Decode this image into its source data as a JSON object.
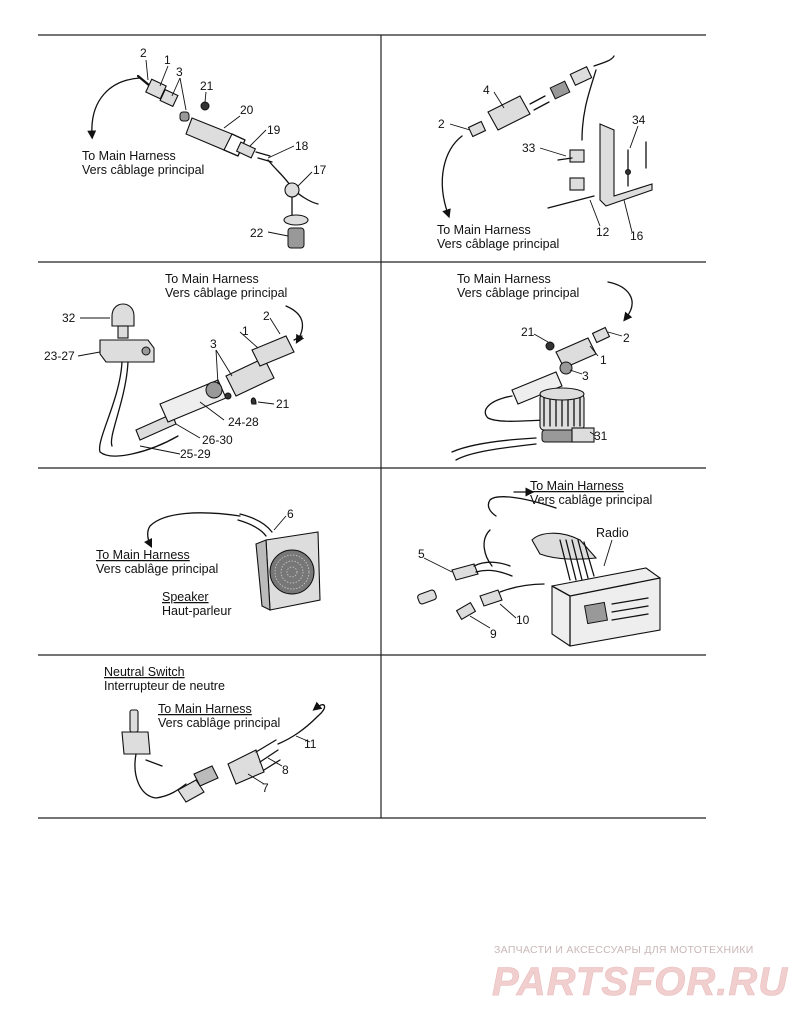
{
  "panels": {
    "p1": {
      "callouts": [
        "2",
        "1",
        "3",
        "21",
        "20",
        "19",
        "18",
        "17",
        "22"
      ],
      "caption_en": "To Main Harness",
      "caption_fr": "Vers câblage principal"
    },
    "p2": {
      "callouts": [
        "4",
        "2",
        "33",
        "34",
        "12",
        "16"
      ],
      "caption_en": "To Main Harness",
      "caption_fr": "Vers câblage principal"
    },
    "p3": {
      "callouts": [
        "32",
        "23-27",
        "1",
        "2",
        "3",
        "21",
        "24-28",
        "26-30",
        "25-29"
      ],
      "caption_en": "To Main Harness",
      "caption_fr": "Vers câblage principal"
    },
    "p4": {
      "callouts": [
        "21",
        "2",
        "1",
        "3",
        "31"
      ],
      "caption_en": "To Main Harness",
      "caption_fr": "Vers câblage principal"
    },
    "p5": {
      "callouts": [
        "6"
      ],
      "caption_en": "To Main Harness",
      "caption_fr": "Vers cablâge principal",
      "component_en": "Speaker",
      "component_fr": "Haut-parleur"
    },
    "p6": {
      "callouts": [
        "5",
        "10",
        "9"
      ],
      "caption_en": "To Main Harness",
      "caption_fr": "Vers cablâge principal",
      "component": "Radio"
    },
    "p7": {
      "callouts": [
        "11",
        "8",
        "7"
      ],
      "caption_en": "To Main Harness",
      "caption_fr": "Vers cablâge principal",
      "component_en": "Neutral Switch",
      "component_fr": "Interrupteur de neutre"
    }
  },
  "watermark": {
    "line1": "ЗАПЧАСТИ И АКСЕССУАРЫ ДЛЯ МОТОТЕХНИКИ",
    "line2": "PARTSFOR.RU"
  }
}
